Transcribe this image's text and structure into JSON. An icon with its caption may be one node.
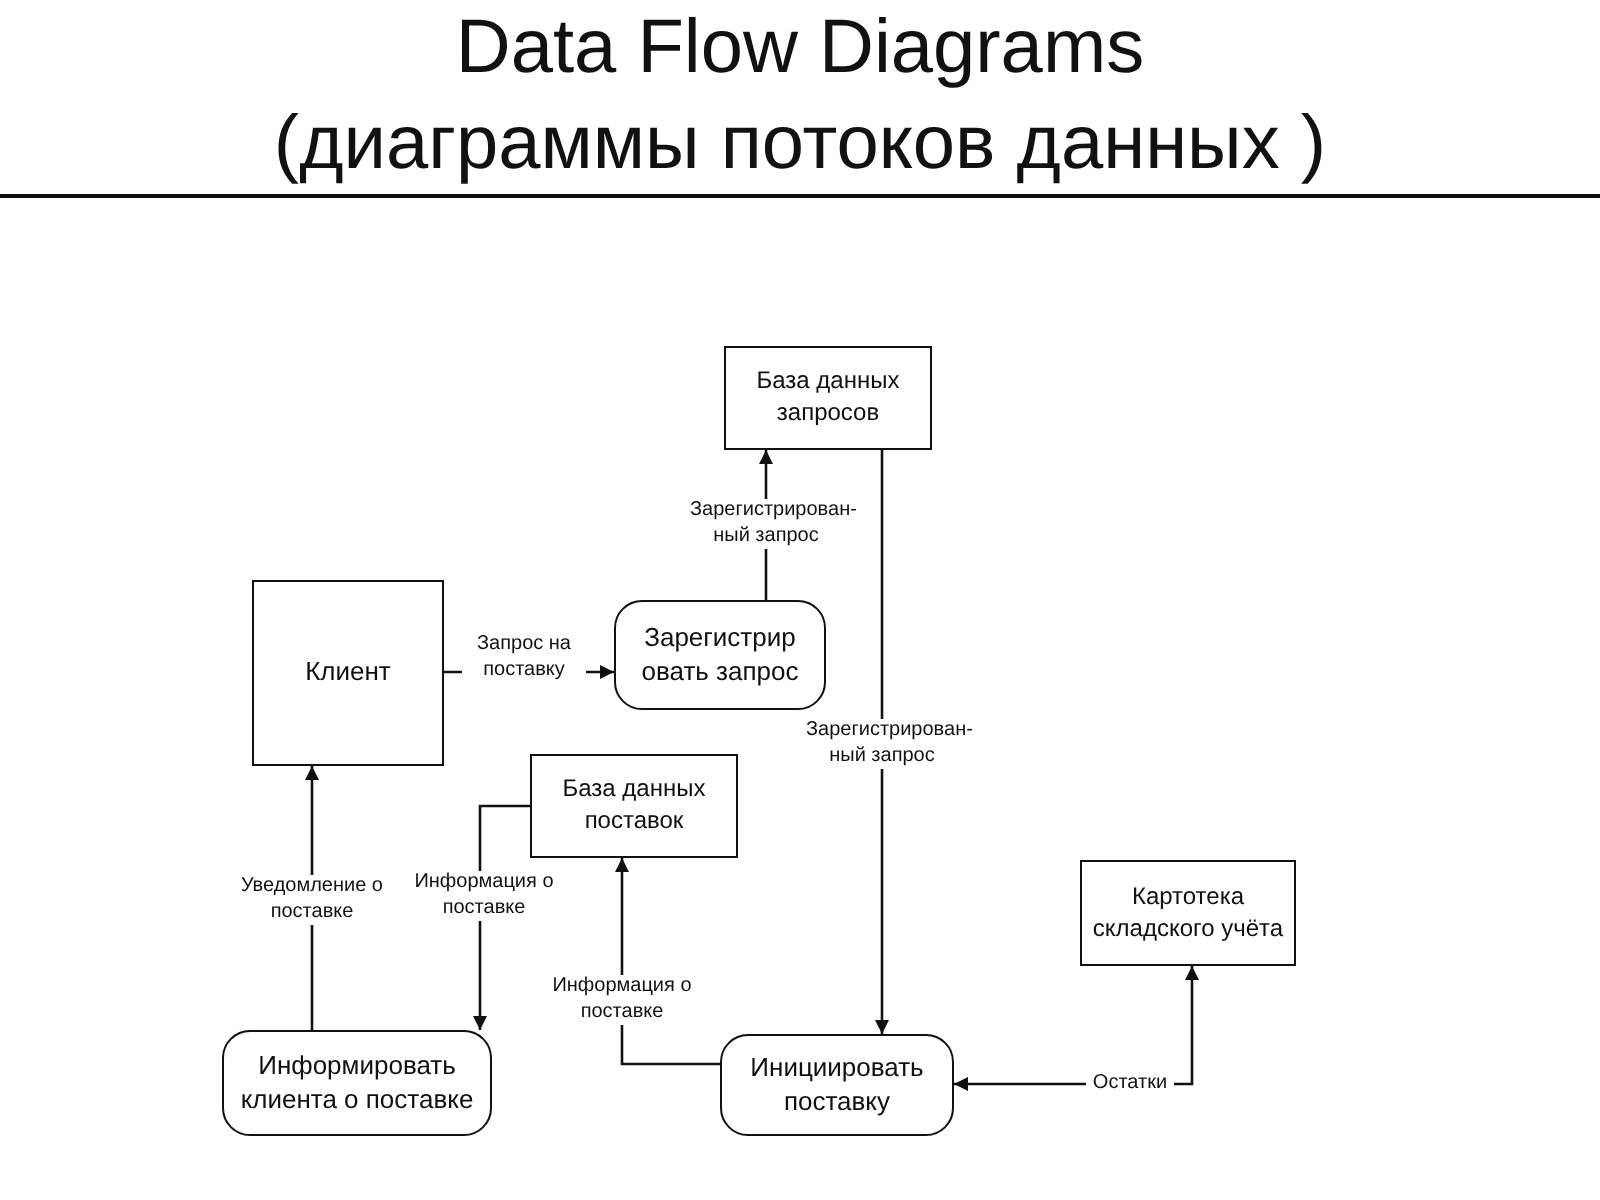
{
  "diagram": {
    "title": "Data Flow Diagrams (диаграммы потоков данных )",
    "nodes": [
      {
        "text": [
          "Клиент"
        ]
      },
      {
        "text": [
          "Зарегистрир овать запрос"
        ]
      },
      {
        "text": [
          "База данных запросов"
        ]
      },
      {
        "text": [
          "База данных поставок"
        ]
      },
      {
        "text": [
          "Картотека складского учёта"
        ]
      },
      {
        "text": [
          "Информировать клиента о поставке"
        ]
      },
      {
        "text": [
          "Инициировать поставку"
        ]
      }
    ],
    "edges": [
      {
        "from": 0,
        "to": 1,
        "arrow": "to",
        "label": "Запрос на поставку"
      },
      {
        "from": 1,
        "to": 2,
        "arrow": "to",
        "label": "Зарегистрирован- ный запрос"
      },
      {
        "from": 2,
        "to": 6,
        "arrow": "to",
        "label": "Зарегистрирован- ный запрос"
      },
      {
        "from": 5,
        "to": 0,
        "arrow": "to",
        "label": "Уведомление о поставке"
      },
      {
        "from": 3,
        "to": 5,
        "arrow": "to",
        "label": "Информация о поставке"
      },
      {
        "from": 6,
        "to": 3,
        "arrow": "to",
        "label": "Информация о поставке"
      },
      {
        "from": 4,
        "to": 6,
        "arrow": "both",
        "label": "Остатки"
      }
    ]
  }
}
